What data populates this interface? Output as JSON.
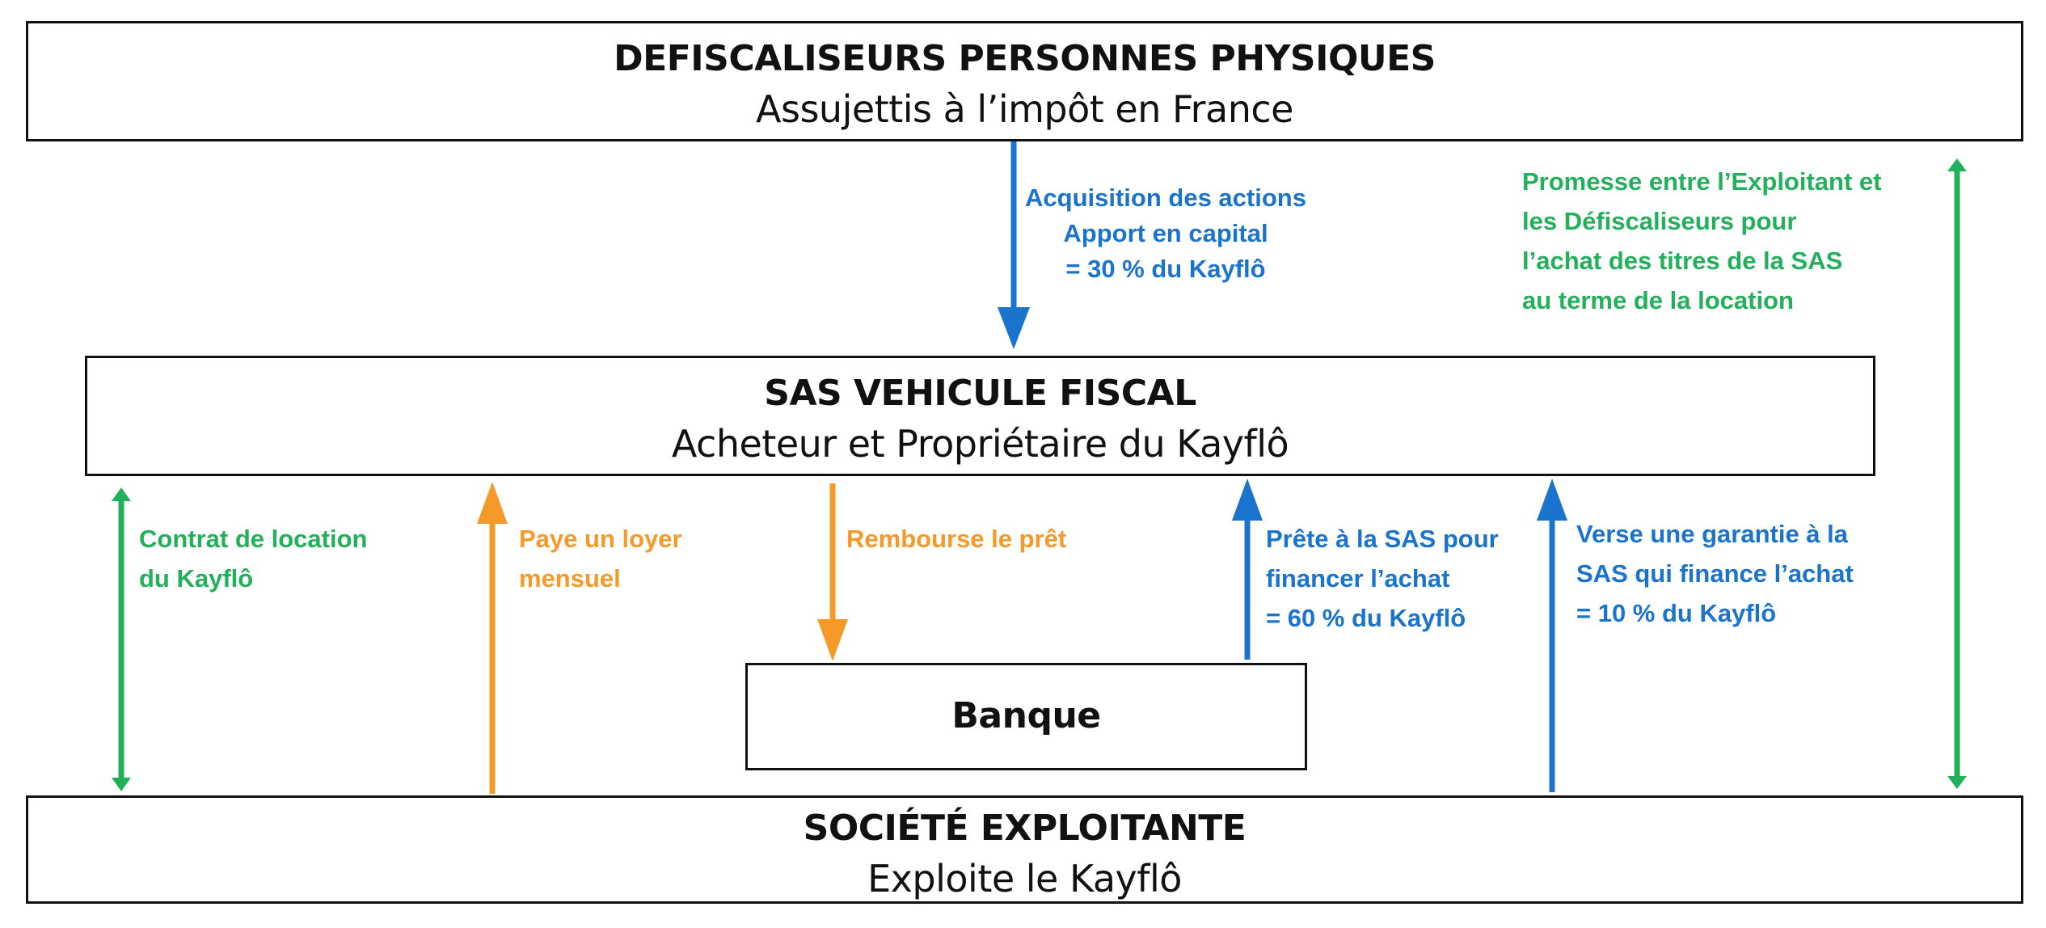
{
  "colors": {
    "green": "#22b05a",
    "orange": "#f59a2a",
    "blue": "#1a73cc",
    "border": "#111111"
  },
  "nodes": {
    "defiscaliseurs": {
      "title": "DEFISCALISEURS PERSONNES PHYSIQUES",
      "subtitle": "Assujettis à l’impôt en France"
    },
    "sas": {
      "title": "SAS VEHICULE FISCAL",
      "subtitle": "Acheteur et Propriétaire du Kayflô"
    },
    "banque": {
      "title": "Banque"
    },
    "exploitante": {
      "title": "SOCIÉTÉ EXPLOITANTE",
      "subtitle": "Exploite le Kayflô"
    }
  },
  "edges": {
    "acquisition": {
      "lines": [
        "Acquisition des actions",
        "Apport en capital",
        "= 30 % du Kayflô"
      ]
    },
    "promesse": {
      "lines": [
        "Promesse entre l’Exploitant et",
        "les Défiscaliseurs pour",
        "l’achat des titres de la SAS",
        "au terme de la location"
      ]
    },
    "contrat": {
      "lines": [
        "Contrat de location",
        "du Kayflô"
      ]
    },
    "loyer": {
      "lines": [
        "Paye un loyer",
        "mensuel"
      ]
    },
    "rembourse": {
      "lines": [
        "Rembourse le prêt"
      ]
    },
    "prete": {
      "lines": [
        "Prête à la SAS pour",
        "financer l’achat",
        "= 60 % du Kayflô"
      ]
    },
    "garantie": {
      "lines": [
        "Verse une garantie à la",
        "SAS qui finance l’achat",
        "= 10 %  du Kayflô"
      ]
    }
  }
}
